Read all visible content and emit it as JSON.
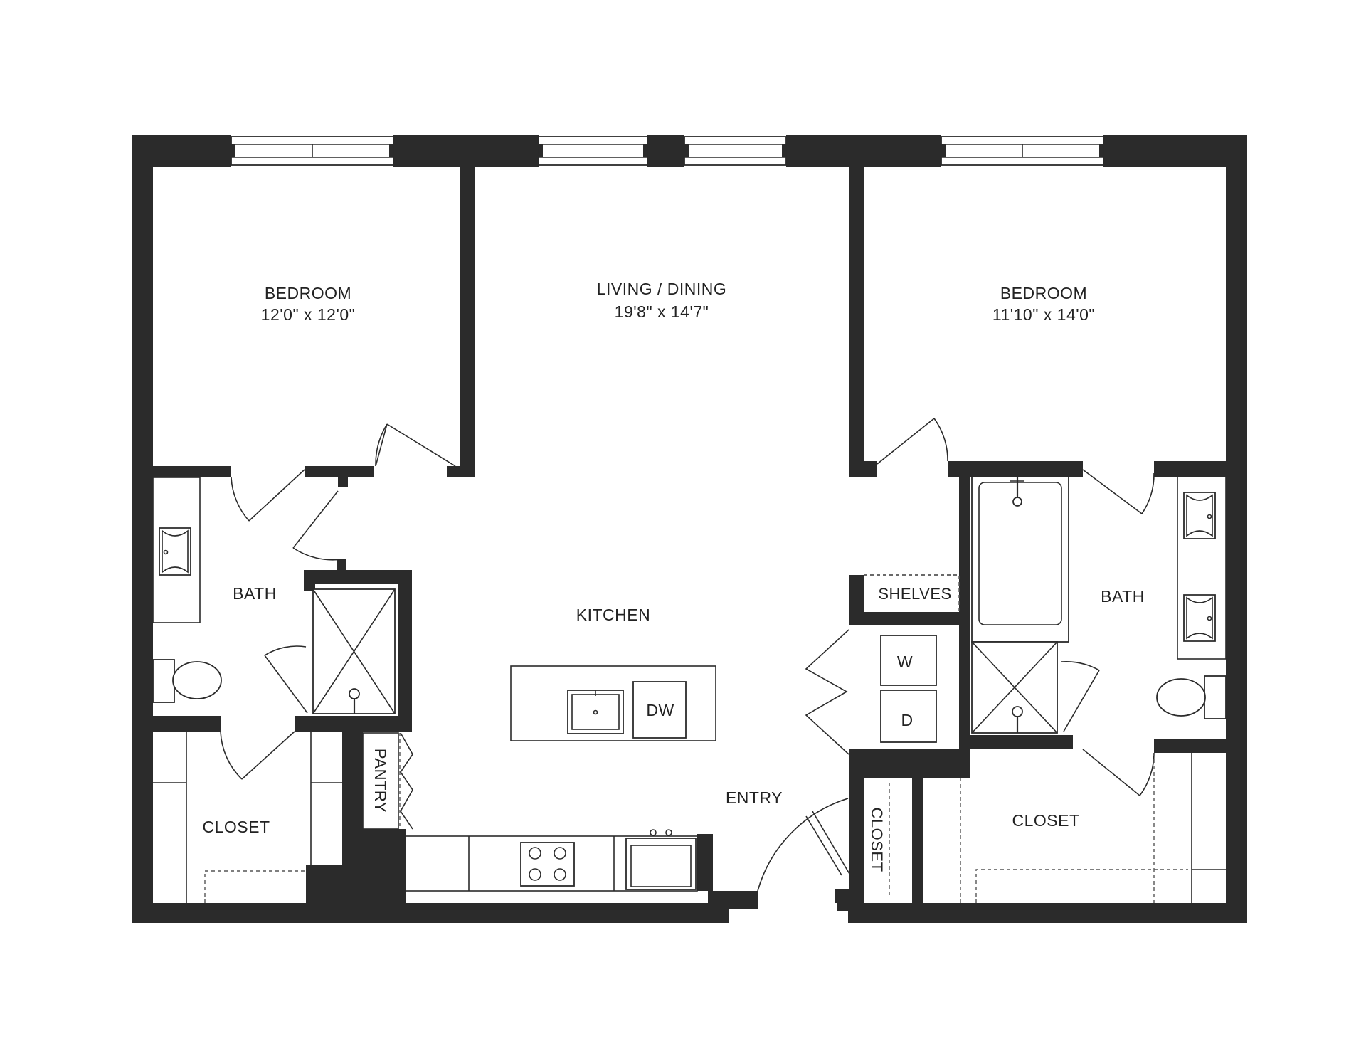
{
  "rooms": {
    "bedroom_left": {
      "name": "BEDROOM",
      "size": "12'0\" x 12'0\""
    },
    "living_dining": {
      "name": "LIVING / DINING",
      "size": "19'8\" x 14'7\""
    },
    "bedroom_right": {
      "name": "BEDROOM",
      "size": "11'10\" x 14'0\""
    },
    "bath_left": {
      "name": "BATH"
    },
    "bath_right": {
      "name": "BATH"
    },
    "kitchen": {
      "name": "KITCHEN"
    },
    "shelves": {
      "name": "SHELVES"
    },
    "washer": {
      "name": "W"
    },
    "dryer": {
      "name": "D"
    },
    "dishwasher": {
      "name": "DW"
    },
    "pantry": {
      "name": "PANTRY"
    },
    "entry": {
      "name": "ENTRY"
    },
    "closet_left": {
      "name": "CLOSET"
    },
    "closet_entry": {
      "name": "CLOSET"
    },
    "closet_right": {
      "name": "CLOSET"
    }
  }
}
